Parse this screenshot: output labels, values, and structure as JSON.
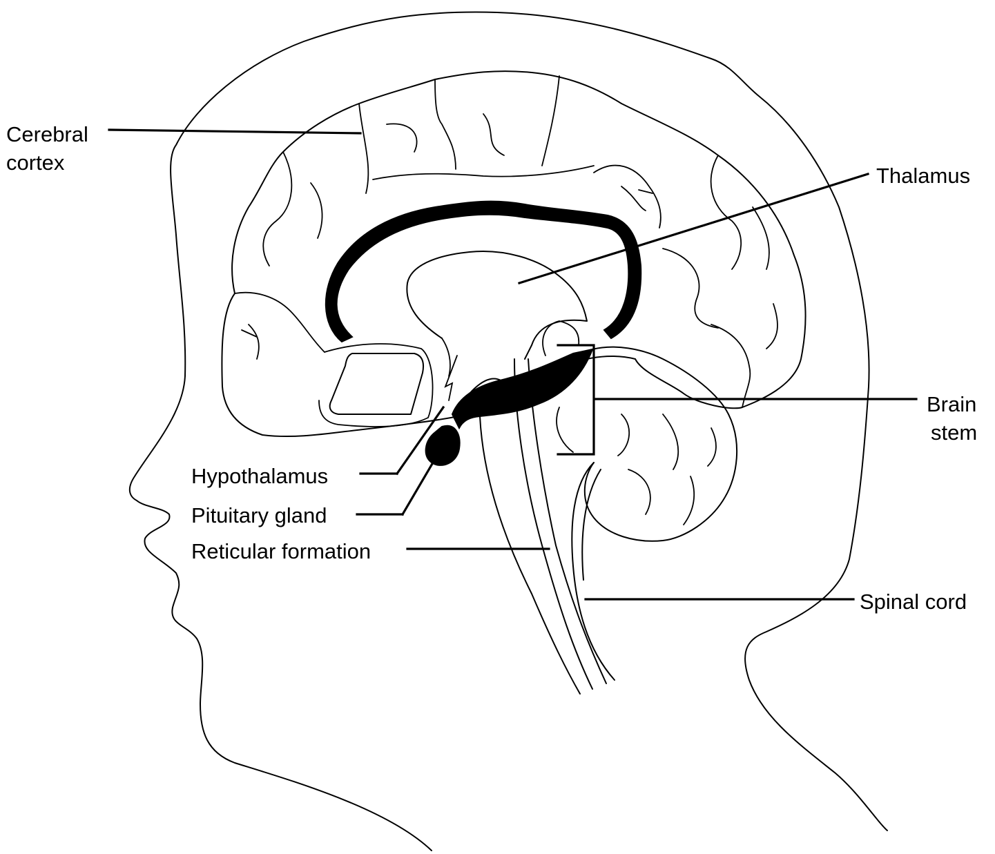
{
  "labels": {
    "cerebral_cortex": [
      "Cerebral",
      "cortex"
    ],
    "thalamus": "Thalamus",
    "brain_stem": [
      "Brain",
      "stem"
    ],
    "hypothalamus": "Hypothalamus",
    "pituitary_gland": "Pituitary gland",
    "reticular_formation": "Reticular formation",
    "spinal_cord": "Spinal cord"
  },
  "colors": {
    "ink": "#000000",
    "paper": "#ffffff"
  }
}
